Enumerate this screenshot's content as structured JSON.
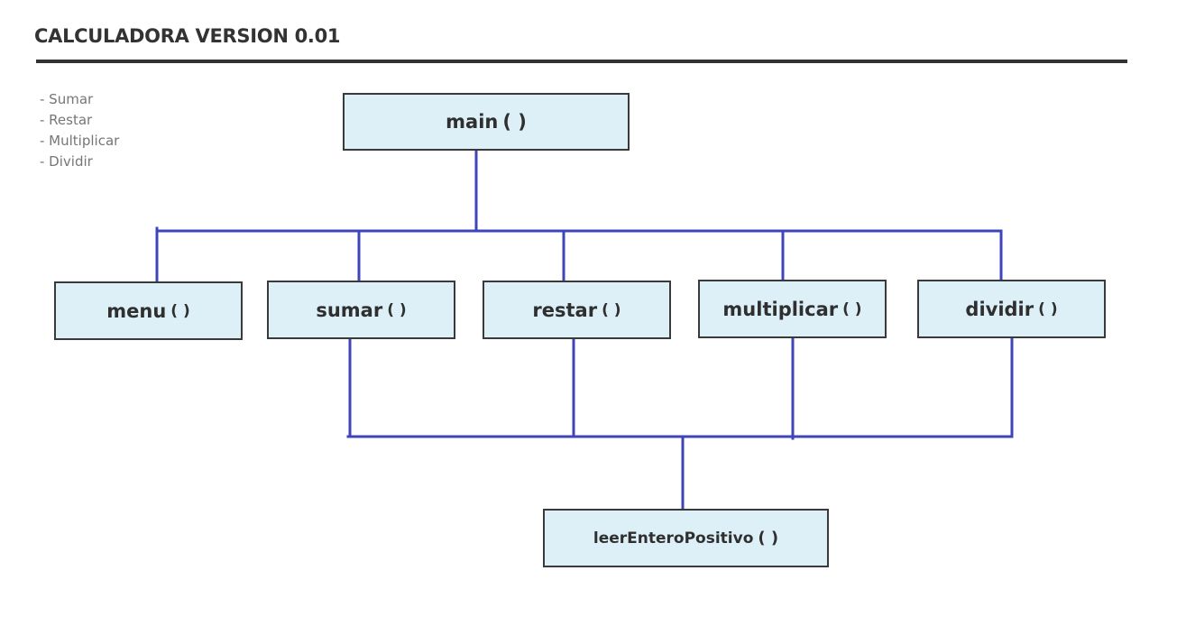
{
  "header": {
    "title": "CALCULADORA VERSION 0.01"
  },
  "operations": [
    "- Sumar",
    "- Restar",
    "- Multiplicar",
    "- Dividir"
  ],
  "nodes": {
    "main": {
      "name": "main",
      "parens": "( )"
    },
    "menu": {
      "name": "menu",
      "parens": "( )"
    },
    "sumar": {
      "name": "sumar",
      "parens": "( )"
    },
    "restar": {
      "name": "restar",
      "parens": "( )"
    },
    "multiplicar": {
      "name": "multiplicar",
      "parens": "( )"
    },
    "dividir": {
      "name": "dividir",
      "parens": "( )"
    },
    "leer": {
      "name": "leerEnteroPositivo",
      "parens": "( )"
    }
  },
  "colors": {
    "connector": "#3f45b8",
    "box_fill": "#ddf0f8",
    "box_border": "#3a3a3a",
    "text": "#2f2f2f"
  }
}
